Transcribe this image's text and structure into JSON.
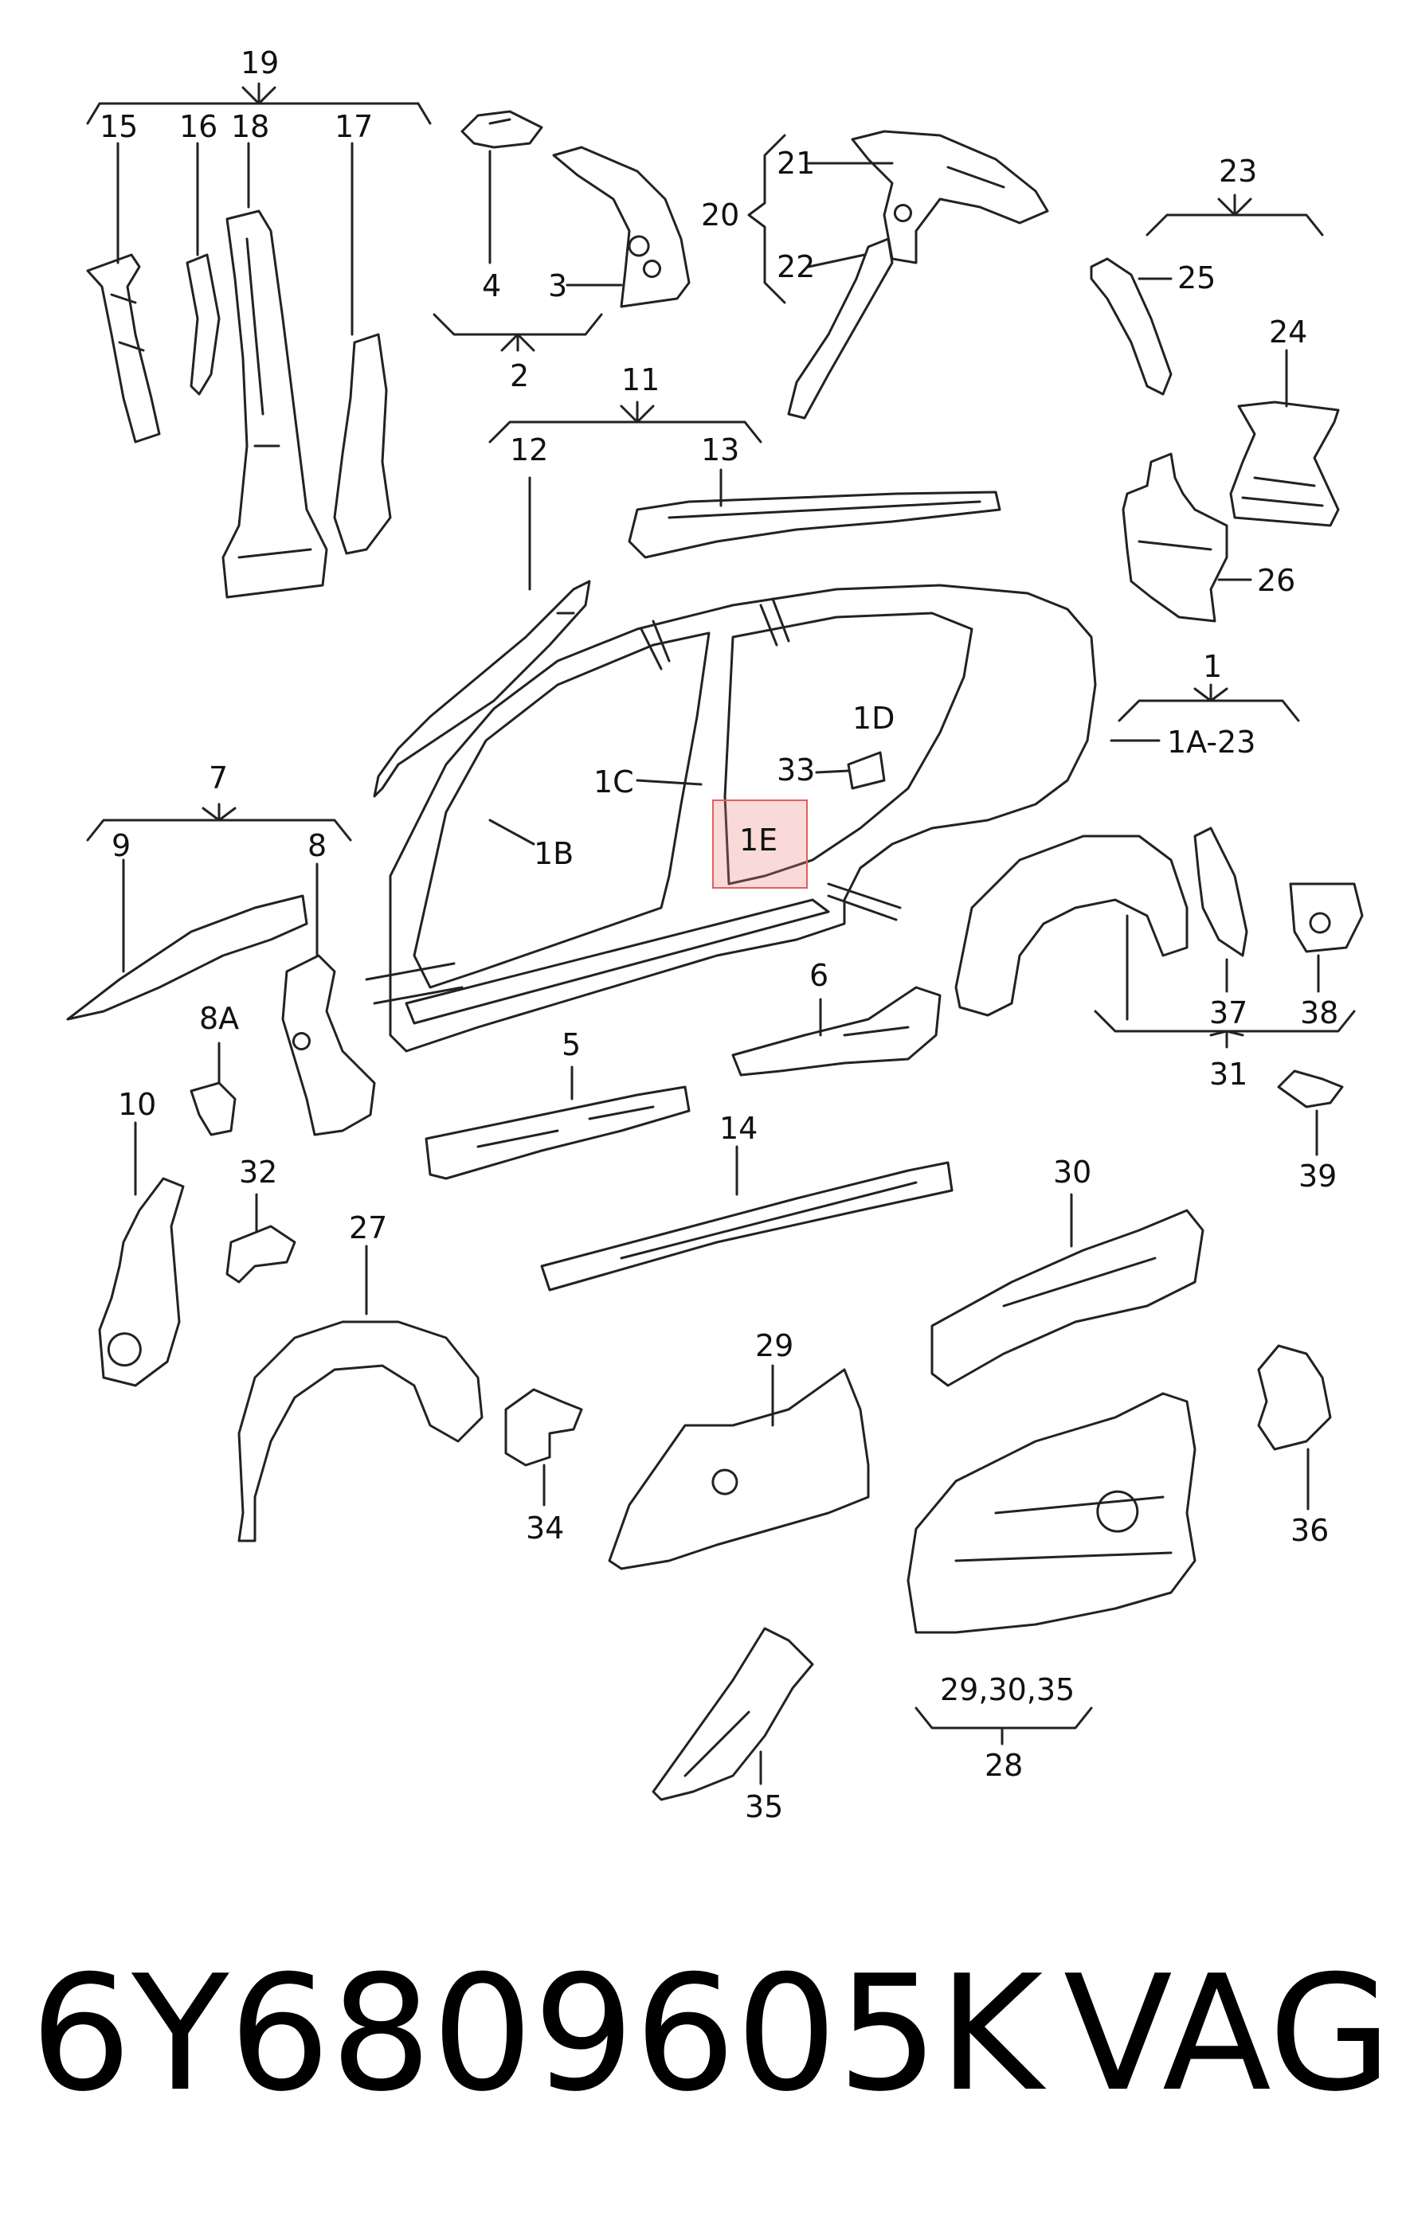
{
  "labels": {
    "l19": "19",
    "l15": "15",
    "l16": "16",
    "l18": "18",
    "l17": "17",
    "l4": "4",
    "l3": "3",
    "l2": "2",
    "l21": "21",
    "l20": "20",
    "l22": "22",
    "l23": "23",
    "l25": "25",
    "l24": "24",
    "l26": "26",
    "l11": "11",
    "l12": "12",
    "l13": "13",
    "l1": "1",
    "l1A23": "1A-23",
    "l1D": "1D",
    "l1C": "1C",
    "l33": "33",
    "l1B": "1B",
    "l1E": "1E",
    "l7": "7",
    "l9": "9",
    "l8": "8",
    "l8A": "8A",
    "l6": "6",
    "l5": "5",
    "l37": "37",
    "l38": "38",
    "l31": "31",
    "l39": "39",
    "l10": "10",
    "l32": "32",
    "l27": "27",
    "l14": "14",
    "l30": "30",
    "l29": "29",
    "l34": "34",
    "l36": "36",
    "l293035": "29,30,35",
    "l28": "28",
    "l35": "35"
  },
  "highlight": {
    "label": "1E",
    "color": "#f08080"
  },
  "footer": {
    "part_number": "6Y6809605K",
    "brand": "VAG"
  }
}
